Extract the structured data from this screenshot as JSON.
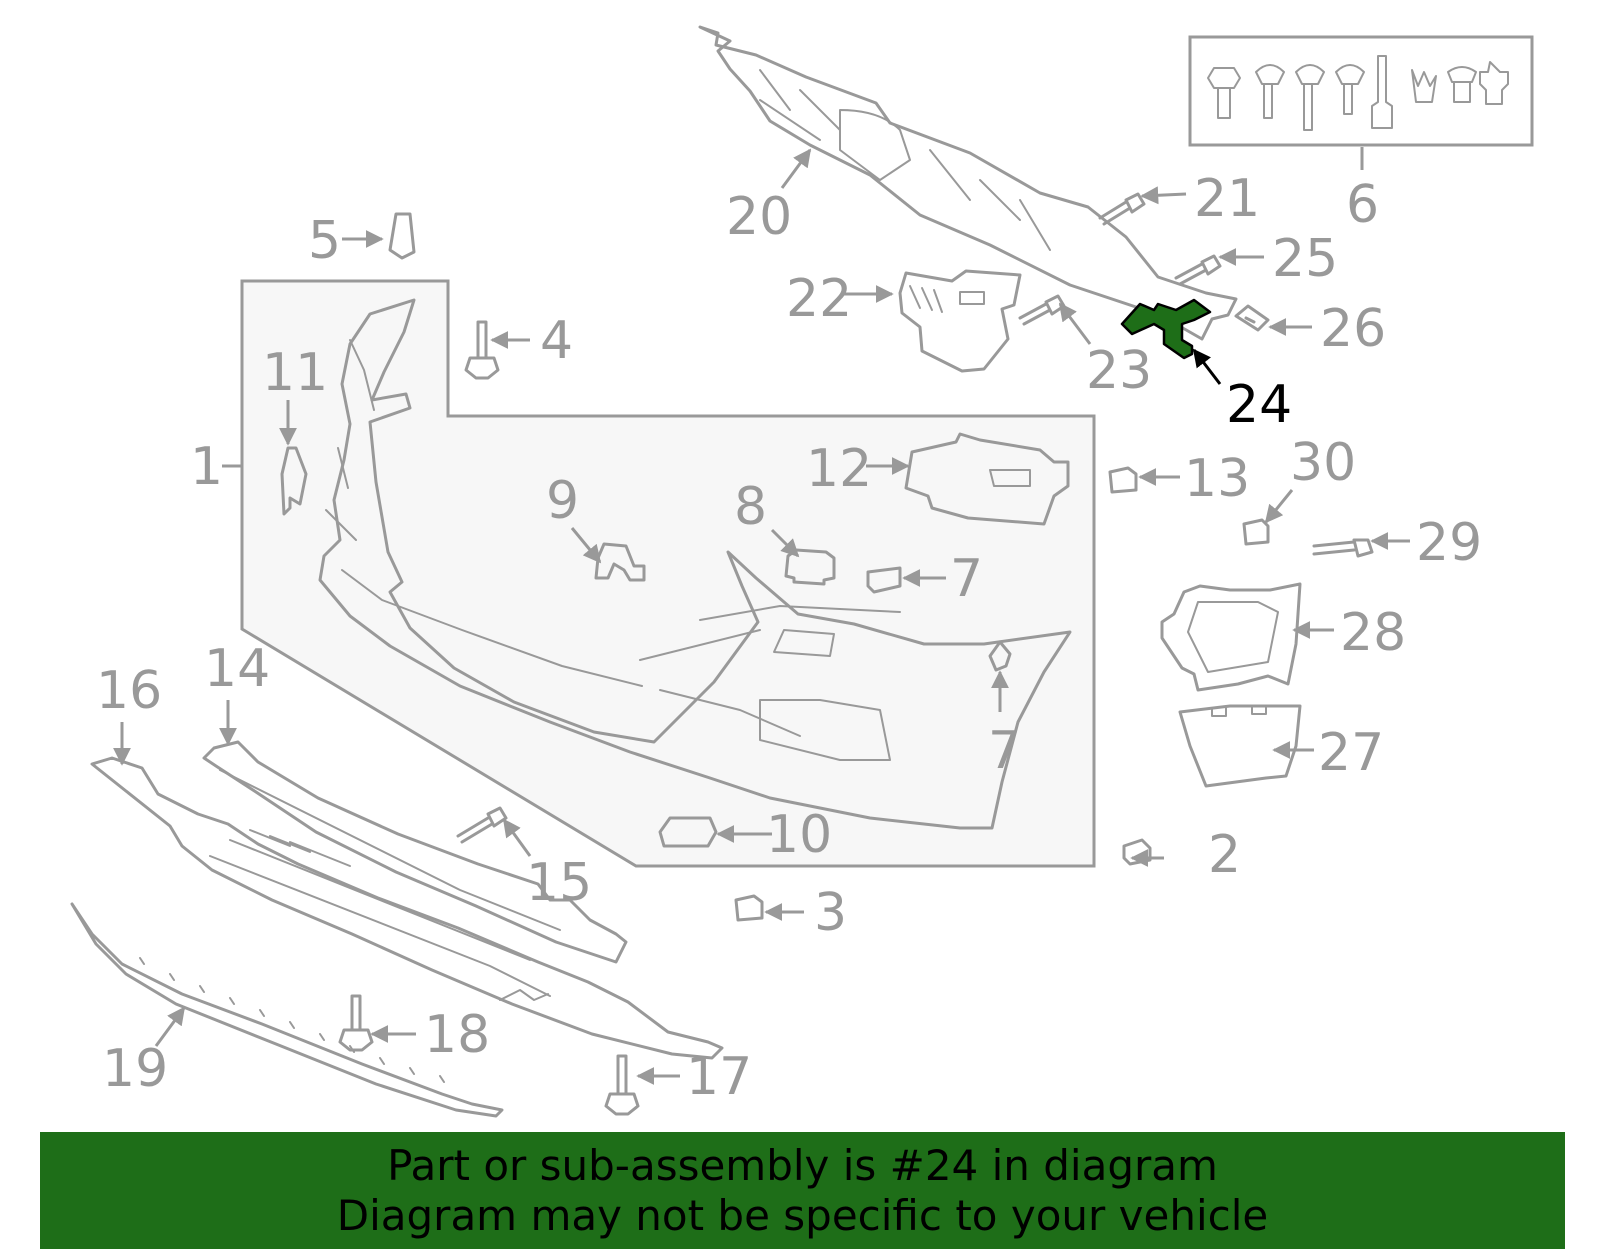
{
  "colors": {
    "line": "#999999",
    "highlight_fill": "#1e6e18",
    "highlight_label": "#000000",
    "banner_bg": "#1e6e18",
    "banner_text": "#000000",
    "panel_bg": "#f7f7f7"
  },
  "callouts": [
    "1",
    "2",
    "3",
    "4",
    "5",
    "6",
    "7",
    "7",
    "8",
    "9",
    "10",
    "11",
    "12",
    "13",
    "14",
    "15",
    "16",
    "17",
    "18",
    "19",
    "20",
    "21",
    "22",
    "23",
    "24",
    "25",
    "26",
    "27",
    "28",
    "29",
    "30"
  ],
  "highlighted_part": "24",
  "banner": {
    "line1": "Part or sub-assembly is #24 in diagram",
    "line2": "Diagram may not be specific to your vehicle"
  }
}
